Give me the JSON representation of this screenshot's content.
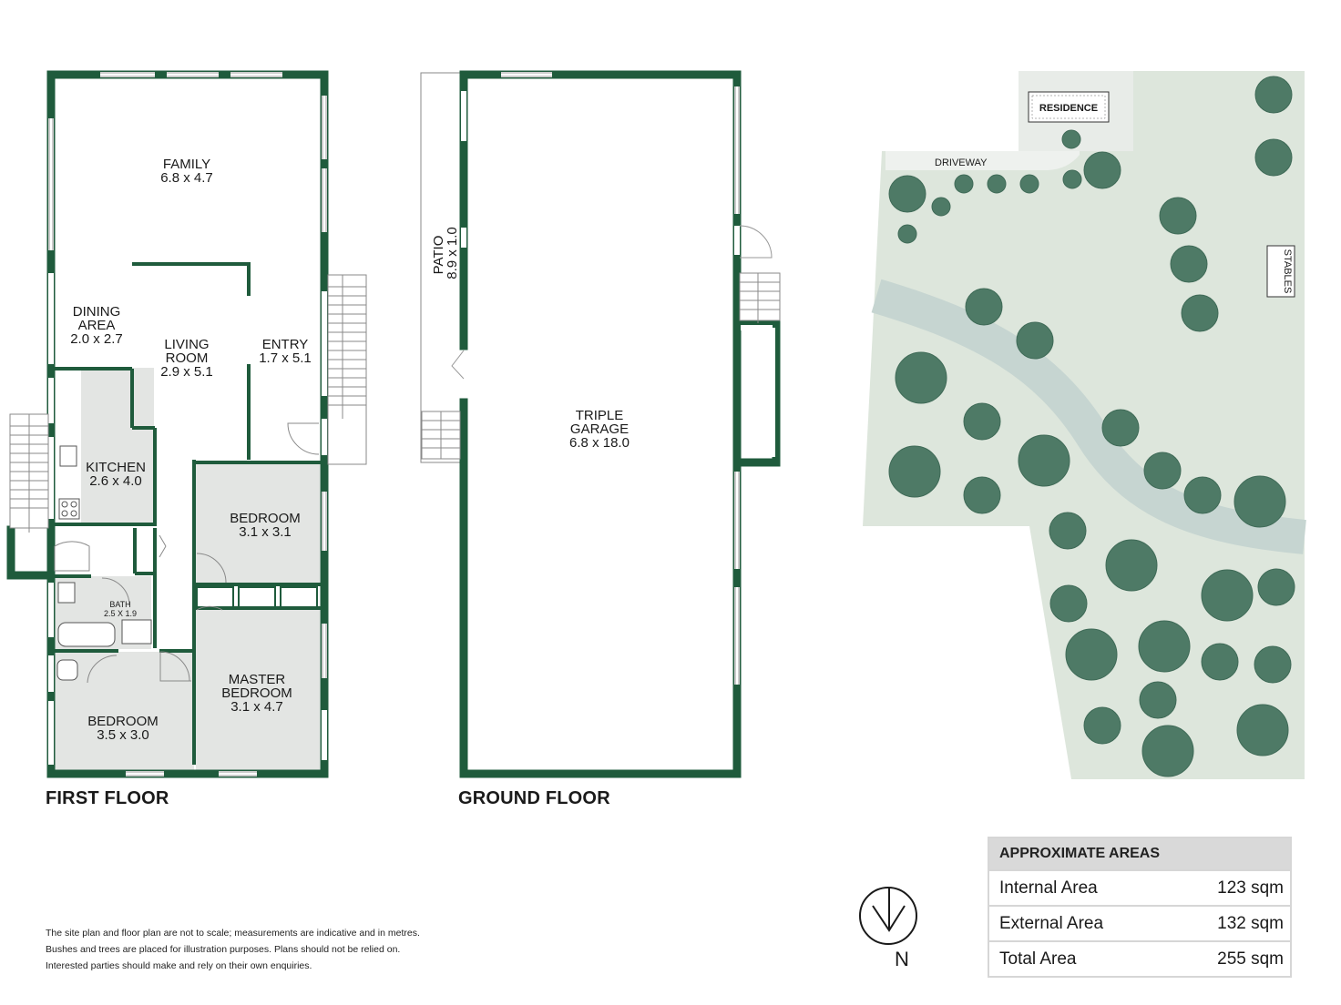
{
  "first_floor": {
    "title": "FIRST FLOOR",
    "rooms": {
      "family": {
        "name": "FAMILY",
        "dims": "6.8 x 4.7"
      },
      "dining": {
        "name1": "DINING",
        "name2": "AREA",
        "dims": "2.0 x 2.7"
      },
      "living": {
        "name1": "LIVING",
        "name2": "ROOM",
        "dims": "2.9 x 5.1"
      },
      "entry": {
        "name": "ENTRY",
        "dims": "1.7 x 5.1"
      },
      "kitchen": {
        "name": "KITCHEN",
        "dims": "2.6 x 4.0"
      },
      "bedroom_right": {
        "name": "BEDROOM",
        "dims": "3.1 x 3.1"
      },
      "bath": {
        "name": "BATH",
        "dims": "2.5 X 1.9"
      },
      "master": {
        "name1": "MASTER",
        "name2": "BEDROOM",
        "dims": "3.1 x 4.7"
      },
      "bedroom_left": {
        "name": "BEDROOM",
        "dims": "3.5 x 3.0"
      }
    }
  },
  "ground_floor": {
    "title": "GROUND FLOOR",
    "patio": {
      "name": "PATIO",
      "dims": "8.9 x 1.0"
    },
    "garage": {
      "name1": "TRIPLE",
      "name2": "GARAGE",
      "dims": "6.8 x 18.0"
    }
  },
  "site_plan": {
    "residence": "RESIDENCE",
    "driveway": "DRIVEWAY",
    "stables": "STABLES"
  },
  "disclaimer": [
    "The site plan and floor plan are not to scale; measurements are indicative and in metres.",
    "Bushes and trees are placed for illustration purposes. Plans should not be relied on.",
    "Interested parties should make and rely on their own enquiries."
  ],
  "compass": {
    "label": "N"
  },
  "areas": {
    "heading": "APPROXIMATE AREAS",
    "rows": [
      {
        "label": "Internal Area",
        "value": "123 sqm"
      },
      {
        "label": "External Area",
        "value": "132 sqm"
      },
      {
        "label": "Total Area",
        "value": "255 sqm"
      }
    ]
  },
  "colors": {
    "wall": "#1f5b3c",
    "room_fill": "#e3e5e3",
    "site_fill": "#dde6dc",
    "tree": "#4e7a66",
    "path": "#c6d5d1"
  }
}
